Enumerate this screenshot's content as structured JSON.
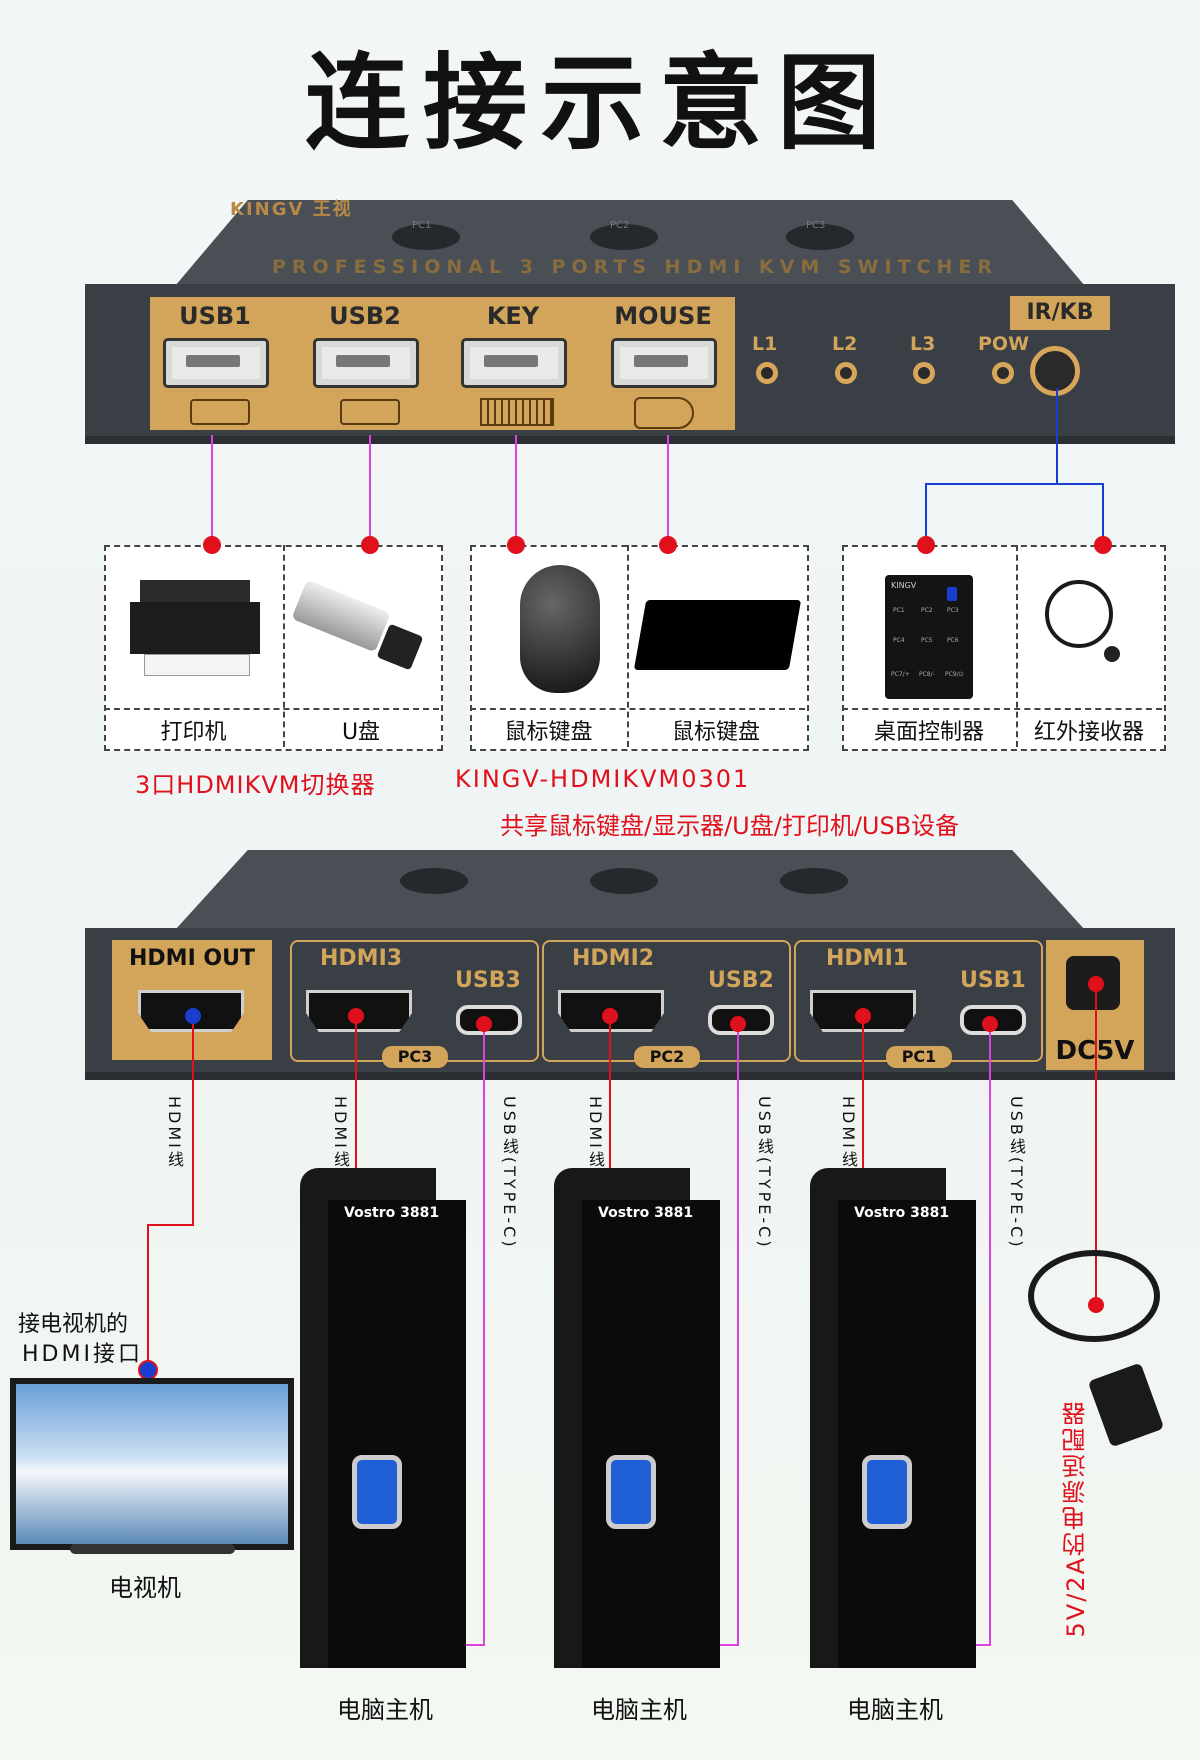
{
  "title": "连接示意图",
  "top_device": {
    "brand": "KINGV 王视",
    "subtitle": "PROFESSIONAL 3 PORTS HDMI KVM SWITCHER",
    "buttons": [
      "PC1",
      "PC2",
      "PC3"
    ],
    "ports": [
      "USB1",
      "USB2",
      "KEY",
      "MOUSE"
    ],
    "leds": [
      "L1",
      "L2",
      "L3",
      "POW"
    ],
    "ir_label": "IR/KB"
  },
  "peripherals": [
    {
      "label": "打印机"
    },
    {
      "label": "U盘"
    },
    {
      "label": "鼠标键盘"
    },
    {
      "label": "鼠标键盘"
    },
    {
      "label": "桌面控制器"
    },
    {
      "label": "红外接收器"
    }
  ],
  "desk_controller": {
    "brand": "KINGV",
    "keys": [
      "PC1",
      "PC2",
      "PC3",
      "PC4",
      "PC5",
      "PC6",
      "PC7/+",
      "PC8/-",
      "PC9/⏻"
    ]
  },
  "captions": {
    "product_type": "3口HDMIKVM切换器",
    "model": "KINGV-HDMIKVM0301",
    "share_line": "共享鼠标键盘/显示器/U盘/打印机/USB设备"
  },
  "bottom_device": {
    "hdmi_out": "HDMI OUT",
    "groups": [
      {
        "hdmi": "HDMI3",
        "usb": "USB3",
        "pc": "PC3"
      },
      {
        "hdmi": "HDMI2",
        "usb": "USB2",
        "pc": "PC2"
      },
      {
        "hdmi": "HDMI1",
        "usb": "USB1",
        "pc": "PC1"
      }
    ],
    "power": "DC5V"
  },
  "cable_labels": {
    "hdmi": "HDMI线",
    "usb": "USB线(TYPE-C)"
  },
  "tv": {
    "note_line1": "接电视机的",
    "note_line2": "HDMI接口",
    "label": "电视机"
  },
  "pcs": [
    {
      "model": "Vostro 3881",
      "label": "电脑主机"
    },
    {
      "model": "Vostro 3881",
      "label": "电脑主机"
    },
    {
      "model": "Vostro 3881",
      "label": "电脑主机"
    }
  ],
  "power_adapter": {
    "label": "5V/2A的电源适配器"
  },
  "colors": {
    "device": "#3a3f46",
    "gold": "#d3a55a",
    "red": "#e0101c",
    "magenta": "#e040e0",
    "blue": "#1a3fd0"
  }
}
